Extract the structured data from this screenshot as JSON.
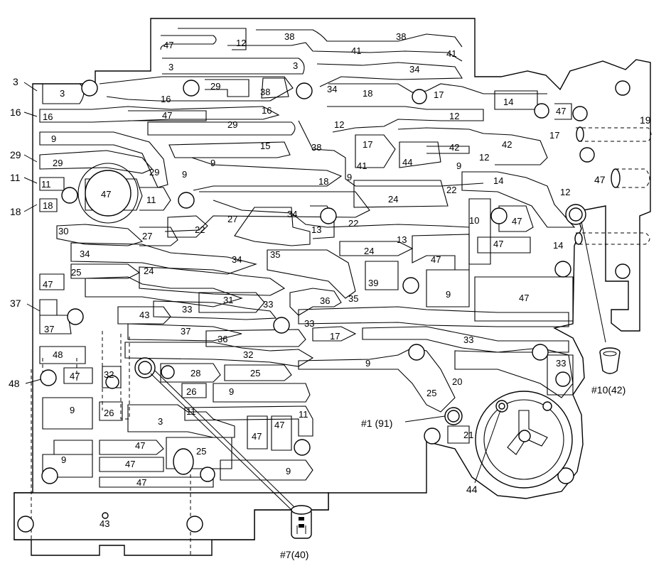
{
  "left_callouts": [
    {
      "id": "c3",
      "text": "3"
    },
    {
      "id": "c16",
      "text": "16"
    },
    {
      "id": "c29",
      "text": "29"
    },
    {
      "id": "c11",
      "text": "11"
    },
    {
      "id": "c18",
      "text": "18"
    },
    {
      "id": "c37",
      "text": "37"
    },
    {
      "id": "c48",
      "text": "48"
    }
  ],
  "right_callouts": [
    {
      "id": "c19",
      "text": "19"
    },
    {
      "id": "c47r",
      "text": "47"
    }
  ],
  "parts": [
    {
      "id": "p1",
      "text": "#1 (91)"
    },
    {
      "id": "p7",
      "text": "#7(40)"
    },
    {
      "id": "p10",
      "text": "#10(42)"
    },
    {
      "id": "p44",
      "text": "44"
    }
  ],
  "passage_labels": [
    {
      "id": "l1",
      "text": "47"
    },
    {
      "id": "l2",
      "text": "12"
    },
    {
      "id": "l3",
      "text": "38"
    },
    {
      "id": "l4",
      "text": "38"
    },
    {
      "id": "l5",
      "text": "41"
    },
    {
      "id": "l6",
      "text": "41"
    },
    {
      "id": "l7",
      "text": "3"
    },
    {
      "id": "l8",
      "text": "3"
    },
    {
      "id": "l9",
      "text": "34"
    },
    {
      "id": "l10",
      "text": "3"
    },
    {
      "id": "l11",
      "text": "16"
    },
    {
      "id": "l12",
      "text": "29"
    },
    {
      "id": "l13",
      "text": "38"
    },
    {
      "id": "l14",
      "text": "34"
    },
    {
      "id": "l15",
      "text": "18"
    },
    {
      "id": "l16",
      "text": "17"
    },
    {
      "id": "l17",
      "text": "14"
    },
    {
      "id": "l18",
      "text": "16"
    },
    {
      "id": "l19",
      "text": "47"
    },
    {
      "id": "l20",
      "text": "16"
    },
    {
      "id": "l21",
      "text": "12"
    },
    {
      "id": "l22",
      "text": "47"
    },
    {
      "id": "l23",
      "text": "12"
    },
    {
      "id": "l24",
      "text": "29"
    },
    {
      "id": "l25",
      "text": "9"
    },
    {
      "id": "l26",
      "text": "15"
    },
    {
      "id": "l27",
      "text": "38"
    },
    {
      "id": "l28",
      "text": "17"
    },
    {
      "id": "l29",
      "text": "42"
    },
    {
      "id": "l30",
      "text": "42"
    },
    {
      "id": "l31",
      "text": "17"
    },
    {
      "id": "l32",
      "text": "12"
    },
    {
      "id": "l33",
      "text": "29"
    },
    {
      "id": "l34",
      "text": "29"
    },
    {
      "id": "l35",
      "text": "9"
    },
    {
      "id": "l36",
      "text": "9"
    },
    {
      "id": "l37",
      "text": "41"
    },
    {
      "id": "l38",
      "text": "44"
    },
    {
      "id": "l39",
      "text": "9"
    },
    {
      "id": "l40",
      "text": "11"
    },
    {
      "id": "l41",
      "text": "47"
    },
    {
      "id": "l42",
      "text": "11"
    },
    {
      "id": "l43",
      "text": "18"
    },
    {
      "id": "l44",
      "text": "9"
    },
    {
      "id": "l45",
      "text": "24"
    },
    {
      "id": "l46",
      "text": "22"
    },
    {
      "id": "l47",
      "text": "14"
    },
    {
      "id": "l48",
      "text": "12"
    },
    {
      "id": "l49",
      "text": "18"
    },
    {
      "id": "l50",
      "text": "27"
    },
    {
      "id": "l51",
      "text": "34"
    },
    {
      "id": "l52",
      "text": "22"
    },
    {
      "id": "l53",
      "text": "10"
    },
    {
      "id": "l54",
      "text": "47"
    },
    {
      "id": "l55",
      "text": "30"
    },
    {
      "id": "l56",
      "text": "27"
    },
    {
      "id": "l57",
      "text": "22"
    },
    {
      "id": "l58",
      "text": "13"
    },
    {
      "id": "l59",
      "text": "13"
    },
    {
      "id": "l60",
      "text": "47"
    },
    {
      "id": "l61",
      "text": "14"
    },
    {
      "id": "l62",
      "text": "34"
    },
    {
      "id": "l63",
      "text": "34"
    },
    {
      "id": "l64",
      "text": "35"
    },
    {
      "id": "l65",
      "text": "24"
    },
    {
      "id": "l66",
      "text": "47"
    },
    {
      "id": "l67",
      "text": "25"
    },
    {
      "id": "l68",
      "text": "24"
    },
    {
      "id": "l69",
      "text": "47"
    },
    {
      "id": "l70",
      "text": "39"
    },
    {
      "id": "l71",
      "text": "9"
    },
    {
      "id": "l72",
      "text": "47"
    },
    {
      "id": "l73",
      "text": "31"
    },
    {
      "id": "l74",
      "text": "33"
    },
    {
      "id": "l75",
      "text": "36"
    },
    {
      "id": "l76",
      "text": "35"
    },
    {
      "id": "l77",
      "text": "33"
    },
    {
      "id": "l78",
      "text": "43"
    },
    {
      "id": "l79",
      "text": "37"
    },
    {
      "id": "l80",
      "text": "37"
    },
    {
      "id": "l81",
      "text": "33"
    },
    {
      "id": "l82",
      "text": "36"
    },
    {
      "id": "l83",
      "text": "17"
    },
    {
      "id": "l84",
      "text": "33"
    },
    {
      "id": "l85",
      "text": "48"
    },
    {
      "id": "l86",
      "text": "32"
    },
    {
      "id": "l87",
      "text": "47"
    },
    {
      "id": "l88",
      "text": "32"
    },
    {
      "id": "l89",
      "text": "28"
    },
    {
      "id": "l90",
      "text": "25"
    },
    {
      "id": "l91",
      "text": "9"
    },
    {
      "id": "l92",
      "text": "33"
    },
    {
      "id": "l93",
      "text": "26"
    },
    {
      "id": "l94",
      "text": "9"
    },
    {
      "id": "l95",
      "text": "20"
    },
    {
      "id": "l96",
      "text": "25"
    },
    {
      "id": "l97",
      "text": "9"
    },
    {
      "id": "l98",
      "text": "26"
    },
    {
      "id": "l99",
      "text": "3"
    },
    {
      "id": "l100",
      "text": "11"
    },
    {
      "id": "l101",
      "text": "11"
    },
    {
      "id": "l102",
      "text": "47"
    },
    {
      "id": "l103",
      "text": "47"
    },
    {
      "id": "l104",
      "text": "21"
    },
    {
      "id": "l105",
      "text": "47"
    },
    {
      "id": "l106",
      "text": "9"
    },
    {
      "id": "l107",
      "text": "25"
    },
    {
      "id": "l108",
      "text": "47"
    },
    {
      "id": "l109",
      "text": "9"
    },
    {
      "id": "l110",
      "text": "47"
    },
    {
      "id": "l111",
      "text": "43"
    }
  ]
}
